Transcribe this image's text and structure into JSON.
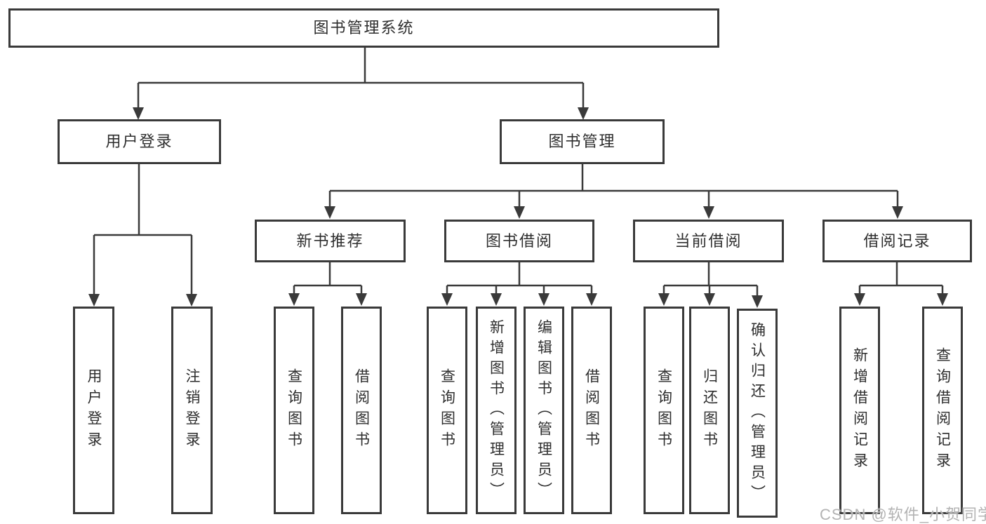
{
  "diagram": {
    "type": "hierarchy-tree",
    "root": {
      "label": "图书管理系统"
    },
    "branches": [
      {
        "label": "用户登录",
        "children": [
          {
            "label": "用户登录"
          },
          {
            "label": "注销登录"
          }
        ]
      },
      {
        "label": "图书管理",
        "children": [
          {
            "label": "新书推荐",
            "children": [
              {
                "label": "查询图书"
              },
              {
                "label": "借阅图书"
              }
            ]
          },
          {
            "label": "图书借阅",
            "children": [
              {
                "label": "查询图书"
              },
              {
                "label": "新增图书（管理员）"
              },
              {
                "label": "编辑图书（管理员）"
              },
              {
                "label": "借阅图书"
              }
            ]
          },
          {
            "label": "当前借阅",
            "children": [
              {
                "label": "查询图书"
              },
              {
                "label": "归还图书"
              },
              {
                "label": "确认归还（管理员）"
              }
            ]
          },
          {
            "label": "借阅记录",
            "children": [
              {
                "label": "新增借阅记录"
              },
              {
                "label": "查询借阅记录"
              }
            ]
          }
        ]
      }
    ],
    "colors": {
      "line": "#3a3a3a",
      "box_border": "#3a3a3a",
      "box_fill": "#ffffff",
      "text": "#2e2e2e",
      "background": "#ffffff"
    }
  },
  "watermark": {
    "label": "CSDN @软件_小贺同学",
    "color": "#b3b3b3"
  }
}
